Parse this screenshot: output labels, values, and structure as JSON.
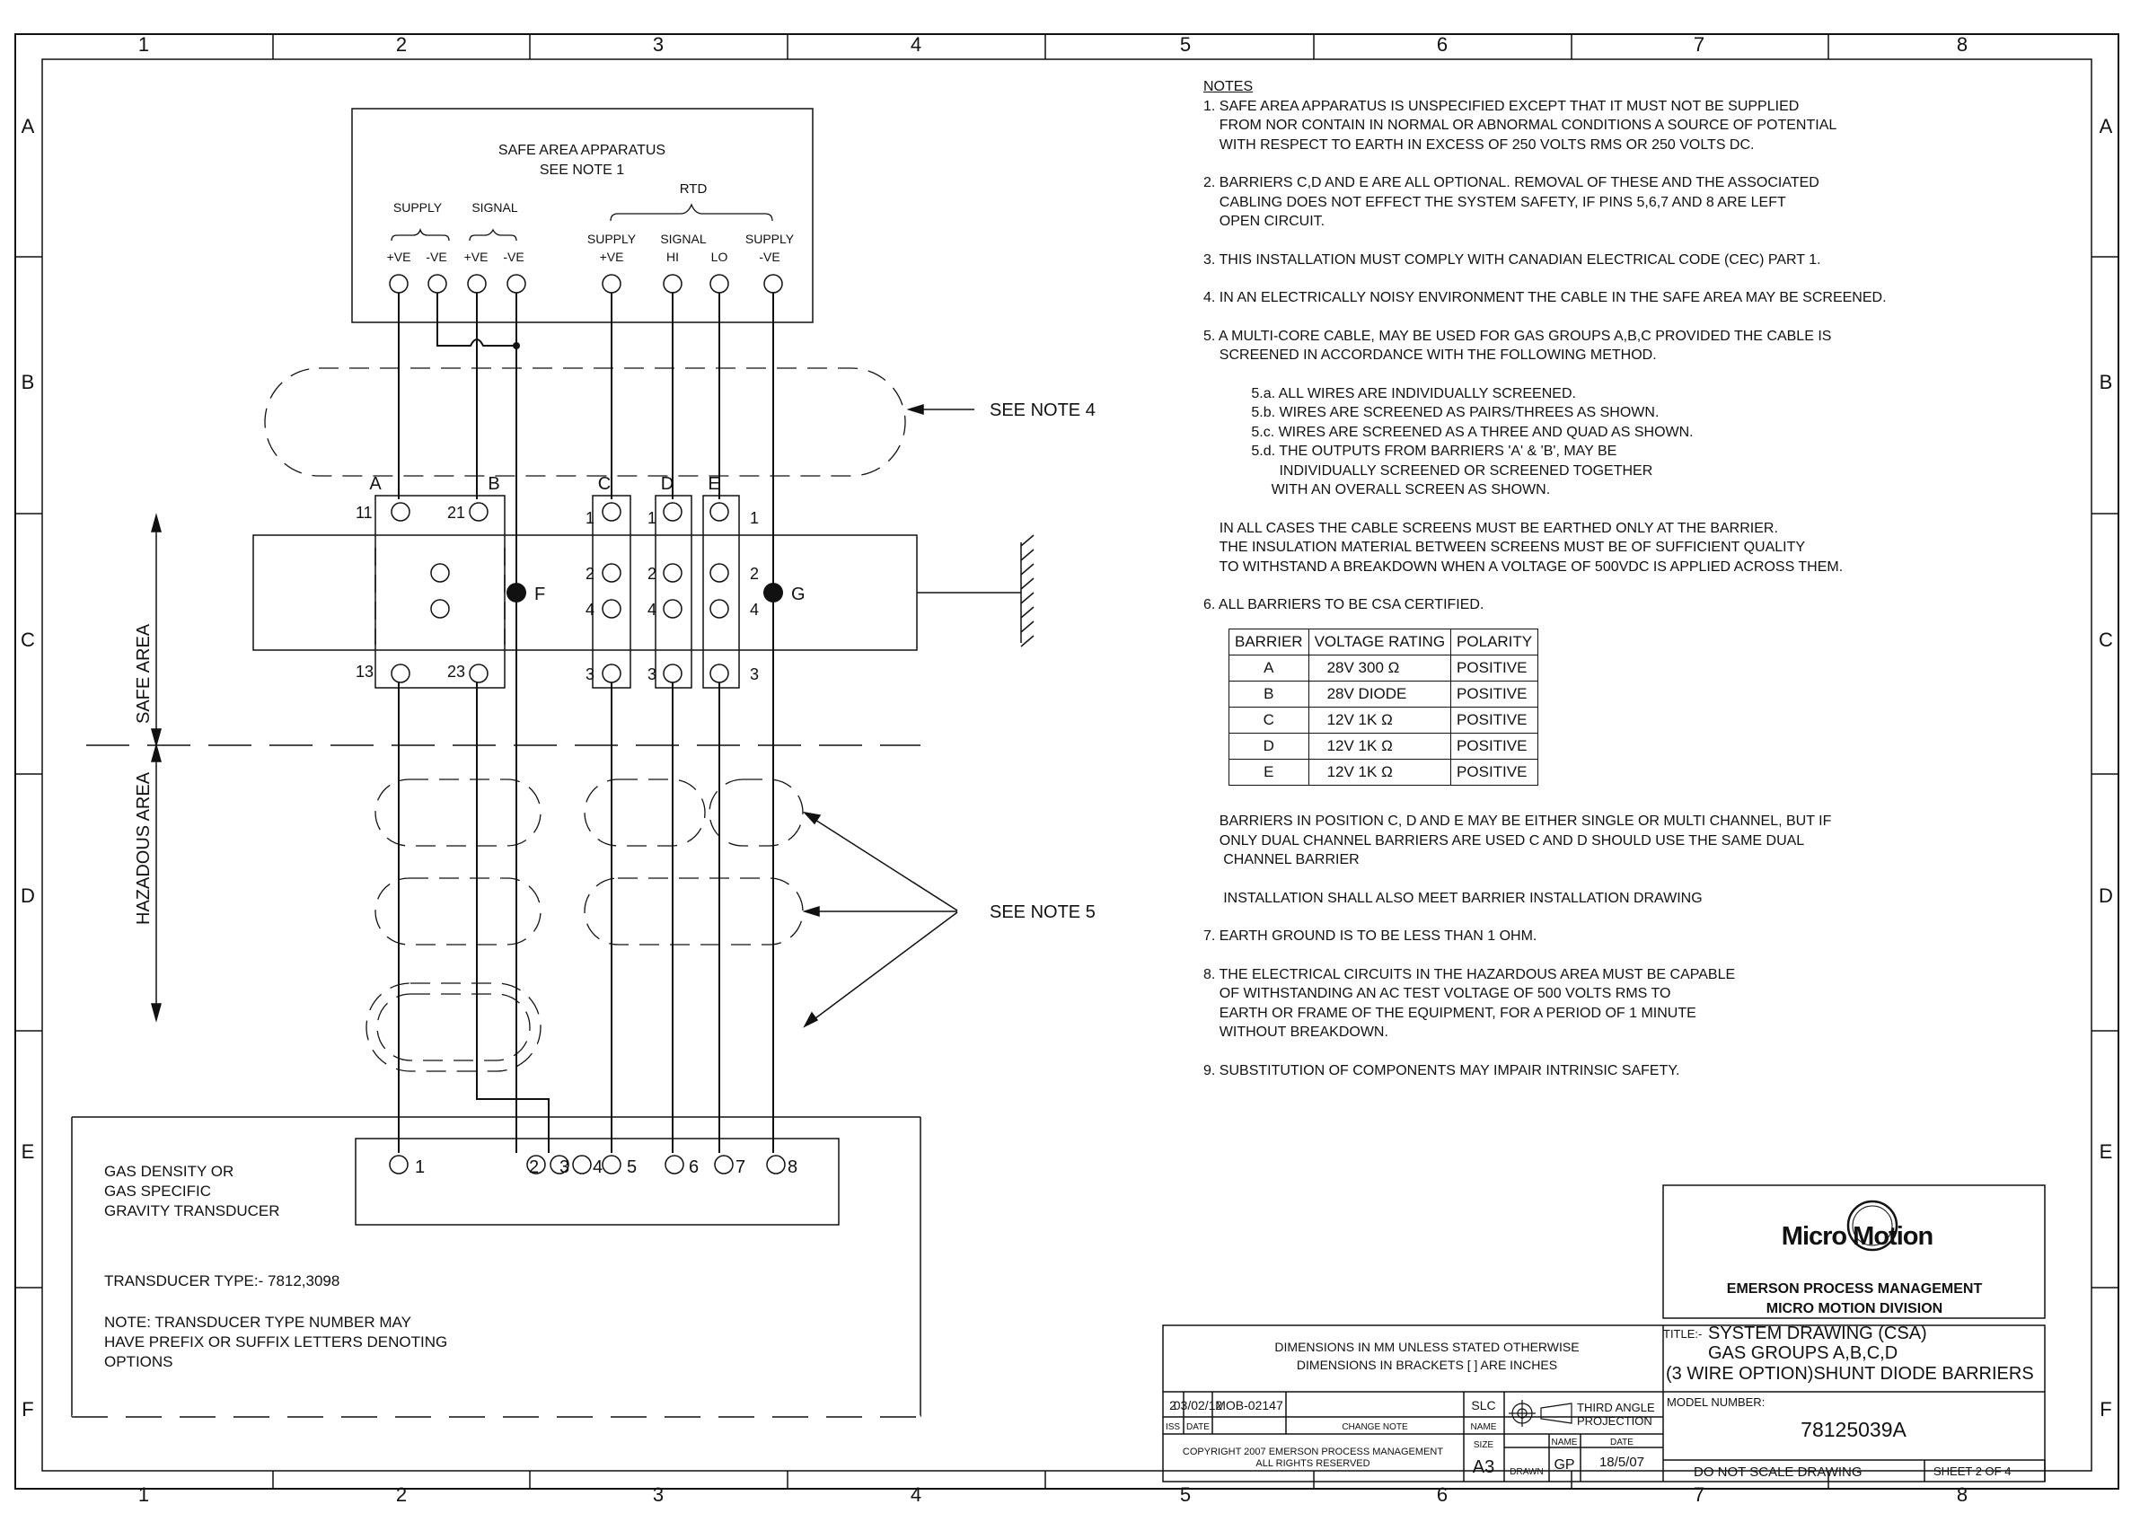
{
  "grid": {
    "columns": [
      "1",
      "2",
      "3",
      "4",
      "5",
      "6",
      "7",
      "8"
    ],
    "rows": [
      "A",
      "B",
      "C",
      "D",
      "E",
      "F"
    ]
  },
  "safe_area_apparatus": {
    "title": "SAFE AREA APPARATUS",
    "subtitle": "SEE NOTE 1",
    "rtd_label": "RTD",
    "group_supply": "SUPPLY",
    "group_signal": "SIGNAL",
    "terms_left": [
      "+VE",
      "-VE",
      "+VE",
      "-VE"
    ],
    "rtd_group_labels": [
      "SUPPLY",
      "SIGNAL",
      "SUPPLY"
    ],
    "rtd_terms": [
      "+VE",
      "HI",
      "LO",
      "-VE"
    ]
  },
  "barriers_labels": [
    "A",
    "B",
    "C",
    "D",
    "E"
  ],
  "pin_numbers": {
    "ab_top": [
      "11",
      "21"
    ],
    "ab_bottom": [
      "13",
      "23"
    ],
    "cde_top": "1",
    "cde_mid_2": "2",
    "cde_mid_4": "4",
    "cde_bottom": "3"
  },
  "earth_points": [
    "F",
    "G"
  ],
  "callouts": [
    "SEE NOTE 4",
    "SEE NOTE 5"
  ],
  "area_labels": [
    "SAFE AREA",
    "HAZADOUS AREA"
  ],
  "transducer": {
    "desc": [
      "GAS DENSITY OR",
      "GAS SPECIFIC",
      "GRAVITY TRANSDUCER"
    ],
    "type": "TRANSDUCER TYPE:- 7812,3098",
    "note": [
      "NOTE: TRANSDUCER TYPE NUMBER MAY",
      "HAVE PREFIX OR SUFFIX LETTERS DENOTING",
      "OPTIONS"
    ],
    "terminals": [
      "1",
      "2",
      "3",
      "4",
      "5",
      "6",
      "7",
      "8"
    ]
  },
  "notes": {
    "heading": "NOTES",
    "lines": [
      "1. SAFE AREA APPARATUS IS UNSPECIFIED EXCEPT THAT IT MUST NOT BE SUPPLIED",
      "    FROM NOR CONTAIN IN NORMAL OR ABNORMAL CONDITIONS A SOURCE OF POTENTIAL",
      "    WITH RESPECT TO EARTH IN EXCESS OF 250 VOLTS RMS OR 250 VOLTS DC.",
      "",
      "2. BARRIERS C,D AND E ARE ALL OPTIONAL. REMOVAL OF THESE AND THE ASSOCIATED",
      "    CABLING DOES NOT EFFECT THE SYSTEM SAFETY, IF PINS 5,6,7 AND 8 ARE LEFT",
      "    OPEN CIRCUIT.",
      "",
      "3. THIS INSTALLATION MUST COMPLY WITH CANADIAN ELECTRICAL CODE (CEC) PART 1.",
      "",
      "4. IN AN ELECTRICALLY NOISY ENVIRONMENT THE CABLE IN THE SAFE AREA MAY BE SCREENED.",
      "",
      "5. A MULTI-CORE CABLE, MAY BE USED FOR GAS GROUPS A,B,C PROVIDED THE CABLE IS",
      "    SCREENED IN ACCORDANCE WITH THE FOLLOWING METHOD.",
      "",
      "            5.a. ALL WIRES ARE INDIVIDUALLY SCREENED.",
      "            5.b. WIRES ARE SCREENED AS PAIRS/THREES AS SHOWN.",
      "            5.c. WIRES ARE SCREENED AS A THREE AND QUAD AS SHOWN.",
      "            5.d. THE OUTPUTS FROM BARRIERS 'A' & 'B', MAY BE",
      "                   INDIVIDUALLY SCREENED OR SCREENED TOGETHER",
      "                 WITH AN OVERALL SCREEN AS SHOWN.",
      "",
      "    IN ALL CASES THE CABLE SCREENS MUST BE EARTHED ONLY AT THE BARRIER.",
      "    THE INSULATION MATERIAL BETWEEN SCREENS MUST BE OF SUFFICIENT QUALITY",
      "    TO WITHSTAND A BREAKDOWN WHEN A VOLTAGE OF 500VDC IS APPLIED ACROSS THEM.",
      "",
      "6. ALL BARRIERS TO BE CSA CERTIFIED."
    ],
    "lines_after_table": [
      "    BARRIERS IN POSITION C, D AND E MAY BE EITHER SINGLE OR MULTI CHANNEL, BUT IF",
      "    ONLY DUAL CHANNEL BARRIERS ARE USED C AND D SHOULD USE THE SAME DUAL",
      "     CHANNEL BARRIER",
      "",
      "     INSTALLATION SHALL ALSO MEET BARRIER INSTALLATION DRAWING",
      "",
      "7. EARTH GROUND IS TO BE LESS THAN 1 OHM.",
      "",
      "8. THE ELECTRICAL CIRCUITS IN THE HAZARDOUS AREA MUST BE CAPABLE",
      "    OF WITHSTANDING AN AC TEST VOLTAGE OF 500 VOLTS RMS TO",
      "    EARTH OR FRAME OF THE EQUIPMENT, FOR A PERIOD OF 1 MINUTE",
      "    WITHOUT BREAKDOWN.",
      "",
      "9. SUBSTITUTION OF COMPONENTS MAY IMPAIR INTRINSIC SAFETY."
    ]
  },
  "barrier_table": {
    "headers": [
      "BARRIER",
      "VOLTAGE RATING",
      "POLARITY"
    ],
    "rows": [
      [
        "A",
        "28V  300 Ω",
        "POSITIVE"
      ],
      [
        "B",
        "28V  DIODE",
        "POSITIVE"
      ],
      [
        "C",
        "12V   1K Ω",
        "POSITIVE"
      ],
      [
        "D",
        "12V   1K Ω",
        "POSITIVE"
      ],
      [
        "E",
        "12V   1K Ω",
        "POSITIVE"
      ]
    ]
  },
  "title_block": {
    "logo": "Micro Motion",
    "company": "EMERSON PROCESS MANAGEMENT",
    "division": "MICRO MOTION DIVISION",
    "dims_1": "DIMENSIONS IN MM UNLESS STATED OTHERWISE",
    "dims_2": "DIMENSIONS IN BRACKETS [ ] ARE INCHES",
    "title_label": "TITLE:-",
    "title_lines": [
      "SYSTEM DRAWING (CSA)",
      "GAS GROUPS A,B,C,D",
      "(3 WIRE OPTION)SHUNT DIODE BARRIERS"
    ],
    "model_label": "MODEL NUMBER:",
    "model_number": "78125039A",
    "rev_iss": "2",
    "rev_date": "03/02/12",
    "rev_note": "MOB-02147",
    "rev_name": "SLC",
    "hdr_iss": "ISS",
    "hdr_date": "DATE",
    "hdr_change": "CHANGE NOTE",
    "hdr_name": "NAME",
    "projection": [
      "THIRD ANGLE",
      "PROJECTION"
    ],
    "copyright": [
      "COPYRIGHT 2007 EMERSON PROCESS MANAGEMENT",
      "ALL RIGHTS RESERVED"
    ],
    "size_label": "SIZE",
    "size": "A3",
    "drawn_label": "DRAWN",
    "name_label": "NAME",
    "drawn_by": "GP",
    "date_label": "DATE",
    "drawn_date": "18/5/07",
    "scale_note": "DO NOT SCALE DRAWING",
    "sheet": "SHEET   2 OF 4"
  }
}
